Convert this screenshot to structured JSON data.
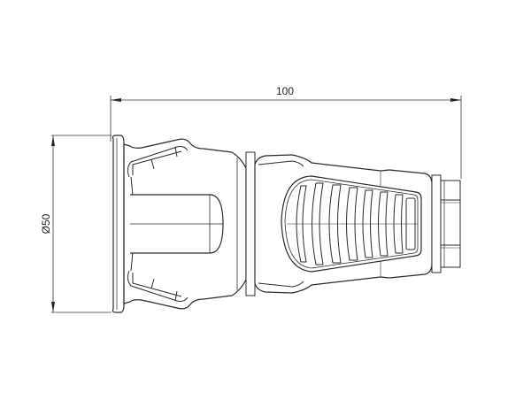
{
  "drawing": {
    "subject": "connector-side-view",
    "colors": {
      "line": "#2a2a2a",
      "dim": "#3a3a3a",
      "background": "#ffffff"
    },
    "dimensions": {
      "length": {
        "label": "100",
        "value": 100
      },
      "diameter": {
        "label": "Ø50",
        "value": 50,
        "symbol": "Ø"
      }
    },
    "grip_ribs": 8
  }
}
